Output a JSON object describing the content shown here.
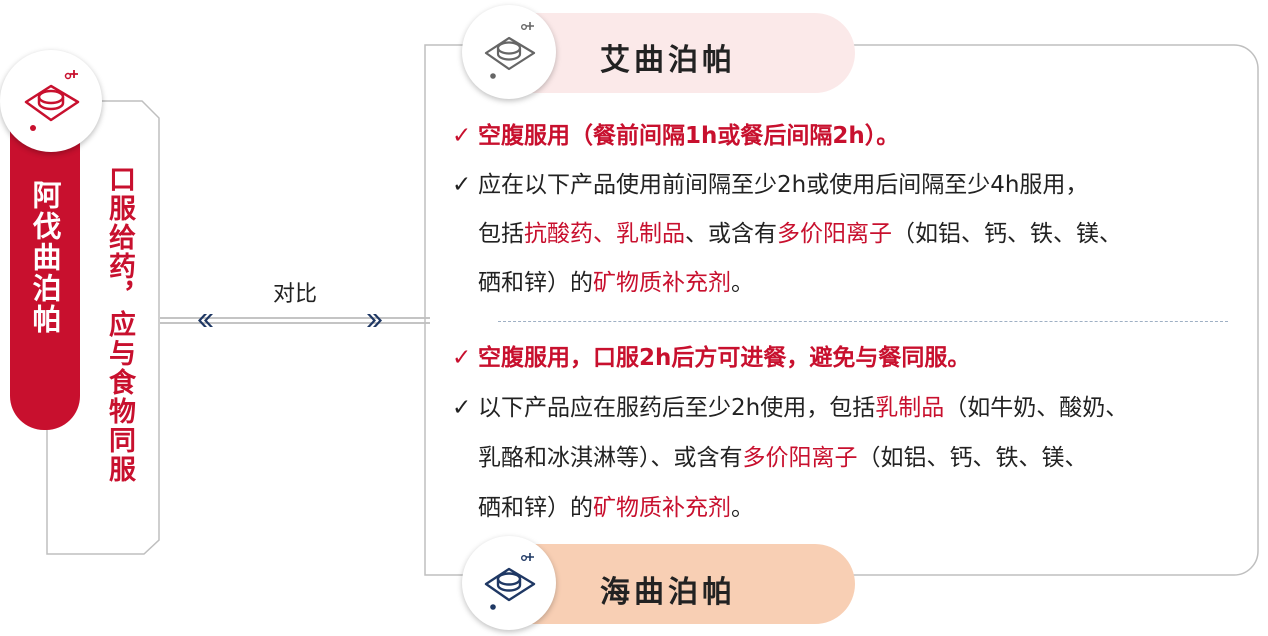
{
  "left": {
    "title": "阿伐曲泊帕",
    "description": "口服给药，应与食物同服"
  },
  "connector": {
    "label": "对比"
  },
  "top_drug": {
    "name": "艾曲泊帕",
    "line1": "空腹服用（餐前间隔1h或餐后间隔2h）。",
    "line2": "应在以下产品使用前间隔至少2h或使用后间隔至少4h服用，",
    "line3_a": "包括",
    "line3_b": "抗酸药、乳制品",
    "line3_c": "、或含有",
    "line3_d": "多价阳离子",
    "line3_e": "（如铝、钙、铁、镁、",
    "line4_a": "硒和锌）的",
    "line4_b": "矿物质补充剂",
    "line4_c": "。"
  },
  "bottom_drug": {
    "name": "海曲泊帕",
    "line1": "空腹服用，口服2h后方可进餐，避免与餐同服。",
    "line2_a": "以下产品应在服药后至少2h使用，包括",
    "line2_b": "乳制品",
    "line2_c": "（如牛奶、酸奶、",
    "line3_a": "乳酪和冰淇淋等）、或含有",
    "line3_b": "多价阳离子",
    "line3_c": "（如铝、钙、铁、镁、",
    "line4_a": "硒和锌）的",
    "line4_b": "矿物质补充剂",
    "line4_c": "。"
  },
  "colors": {
    "accent_red": "#c8102e",
    "navy": "#1f3864",
    "top_pill": "#fbe9e9",
    "bottom_pill": "#f8cfb4"
  },
  "icons": {
    "left": "pill-tray-icon",
    "top": "pill-tray-icon",
    "bottom": "pill-tray-icon"
  }
}
